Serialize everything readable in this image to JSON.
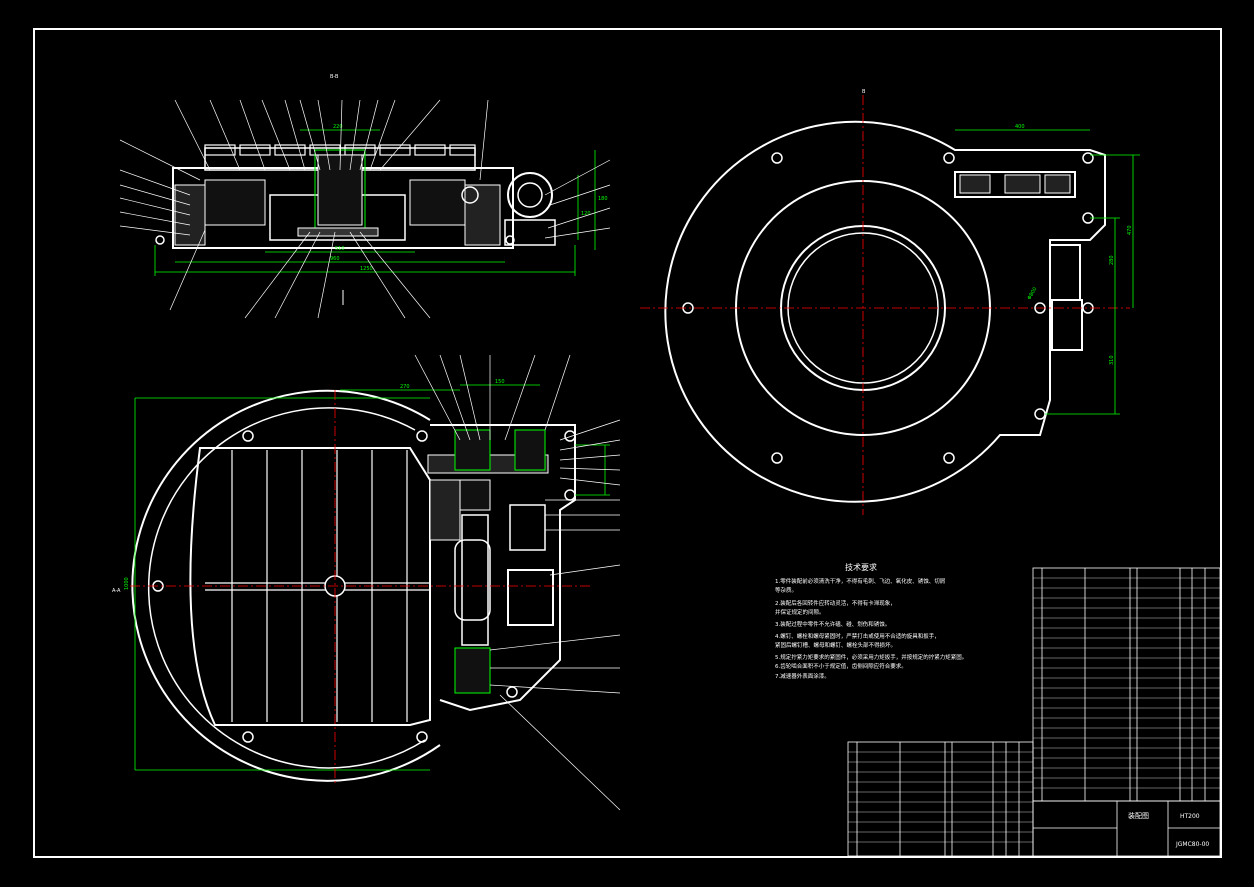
{
  "drawing": {
    "section_label_top": "B-B",
    "section_label_left": "A-A",
    "view_marker_right": "B",
    "notes": {
      "title": "技术要求",
      "lines": [
        "1.零件装配前必须清洗干净，不得有毛刺、飞边、氧化皮、锈蚀、切屑",
        "  等杂质。",
        "2.装配后各回转件应转动灵活，不得有卡滞现象，",
        "  并保证规定的间隙。",
        "3.装配过程中零件不允许磕、碰、划伤和锈蚀。",
        "4.螺钉、螺栓和螺母紧固时，严禁打击或使用不合适的旋具和扳手，",
        "  紧固后螺钉槽、螺母和螺钉、螺栓头部不得损坏。",
        "5.规定拧紧力矩要求的紧固件，必须采用力矩扳手，并按规定的拧紧力矩紧固。",
        "6.齿轮啮合面积不小于规定值，齿侧间隙应符合要求。",
        "7.减速器外表面涂漆。"
      ]
    },
    "title_block": {
      "name": "装配图",
      "material": "HT200",
      "drawing_no": "JGMC80-00"
    },
    "dimensions": {
      "top_view_overall": "1250",
      "top_view_inner": "960",
      "top_view_mid": "510",
      "top_view_small": "220",
      "top_height": "180",
      "top_height2": "120",
      "left_width": "270",
      "left_width2": "150",
      "left_height": "1000",
      "right_width": "400",
      "right_h1": "470",
      "right_h2": "280",
      "right_h3": "310",
      "right_dia": "Φ800"
    },
    "colors": {
      "outline": "#ffffff",
      "dimension": "#00ff00",
      "centerline": "#ff0000",
      "leader": "#ffffff"
    }
  }
}
